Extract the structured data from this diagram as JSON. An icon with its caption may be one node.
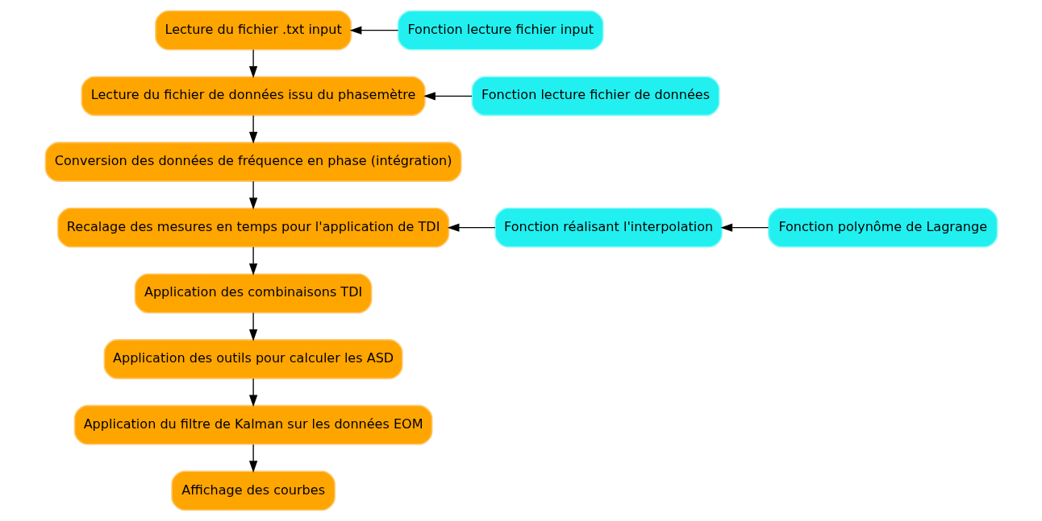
{
  "diagram": {
    "nodes": [
      {
        "text": [
          "Lecture du fichier .txt input"
        ]
      },
      {
        "text": [
          "Fonction lecture fichier input"
        ]
      },
      {
        "text": [
          "Lecture du fichier de données issu du phasemètre"
        ]
      },
      {
        "text": [
          "Fonction lecture fichier de données"
        ]
      },
      {
        "text": [
          "Conversion des données de fréquence en phase (intégration)"
        ]
      },
      {
        "text": [
          "Recalage des mesures en temps pour l'application de TDI"
        ]
      },
      {
        "text": [
          "Fonction réalisant l'interpolation"
        ]
      },
      {
        "text": [
          "Fonction polynôme de Lagrange"
        ]
      },
      {
        "text": [
          "Application des combinaisons TDI"
        ]
      },
      {
        "text": [
          "Application des outils pour calculer les ASD"
        ]
      },
      {
        "text": [
          "Application du filtre de Kalman sur les données EOM"
        ]
      },
      {
        "text": [
          "Affichage des courbes"
        ]
      }
    ],
    "edges": [
      {
        "from": 0,
        "to": 2,
        "arrow": "to"
      },
      {
        "from": 1,
        "to": 0,
        "arrow": "to"
      },
      {
        "from": 3,
        "to": 2,
        "arrow": "to"
      },
      {
        "from": 2,
        "to": 4,
        "arrow": "to"
      },
      {
        "from": 4,
        "to": 5,
        "arrow": "to"
      },
      {
        "from": 6,
        "to": 5,
        "arrow": "to"
      },
      {
        "from": 7,
        "to": 6,
        "arrow": "to"
      },
      {
        "from": 5,
        "to": 8,
        "arrow": "to"
      },
      {
        "from": 8,
        "to": 9,
        "arrow": "to"
      },
      {
        "from": 9,
        "to": 10,
        "arrow": "to"
      },
      {
        "from": 10,
        "to": 11,
        "arrow": "to"
      }
    ]
  }
}
